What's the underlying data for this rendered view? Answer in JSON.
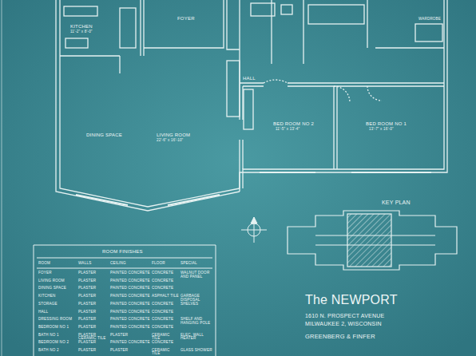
{
  "diagram": {
    "title": "The NEWPORT",
    "labels": [
      "KITCHEN",
      "11'-2\" x 8'-0\"",
      "FOYER",
      "HALL",
      "DINING SPACE",
      "LIVING ROOM",
      "22'-6\" x 16'-10\"",
      "BED ROOM NO 2",
      "11'-5\" x 13'-4\"",
      "BED ROOM NO 1",
      "13'-7\" x 16'-0\"",
      "WARDROBE",
      "KEY PLAN",
      "ROOM FINISHES",
      "ROOM",
      "WALLS",
      "CEILING",
      "FLOOR",
      "SPECIAL",
      "FOYER",
      "PLASTER",
      "PAINTED CONCRETE",
      "CONCRETE",
      "WALNUT DOOR AND PANEL",
      "LIVING ROOM",
      "PLASTER",
      "PAINTED CONCRETE",
      "CONCRETE",
      "DINING SPACE",
      "PLASTER",
      "PAINTED CONCRETE",
      "CONCRETE",
      "KITCHEN",
      "PLASTER",
      "PAINTED CONCRETE",
      "ASPHALT TILE",
      "GARBAGE DISPOSAL",
      "STORAGE",
      "PLASTER",
      "PAINTED CONCRETE",
      "CONCRETE",
      "SHELVES",
      "HALL",
      "PLASTER",
      "PAINTED CONCRETE",
      "CONCRETE",
      "DRESSING ROOM",
      "PLASTER",
      "PAINTED CONCRETE",
      "CONCRETE",
      "SHELF AND HANGING POLE",
      "BEDROOM NO 1",
      "PLASTER",
      "PAINTED CONCRETE",
      "CONCRETE",
      "BATH NO 1",
      "PLASTER CERAMIC TILE",
      "PLASTER",
      "CERAMIC TILE",
      "ELEC. WALL HEATER",
      "BEDROOM NO 2",
      "PLASTER",
      "PAINTED CONCRETE",
      "CONCRETE",
      "BATH NO 2",
      "PLASTER",
      "PLASTER",
      "CERAMIC TILE",
      "GLASS SHOWER",
      "1610 N. PROSPECT AVENUE",
      "MILWAUKEE 2, WISCONSIN",
      "GREENBERG & FINFER"
    ]
  }
}
